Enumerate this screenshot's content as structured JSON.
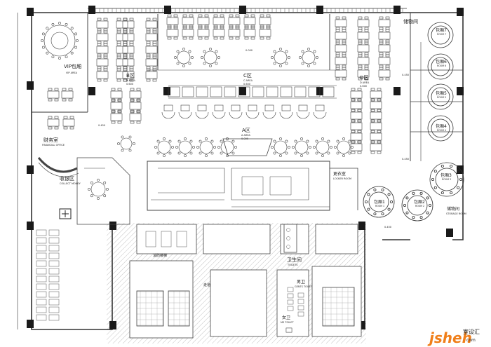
{
  "rooms": {
    "vip": {
      "cn": "VIP包厢",
      "en": "VIP AREA",
      "level": "0.600"
    },
    "b_area": {
      "cn": "B区",
      "en": "B AREA",
      "level": "0.600"
    },
    "c_area": {
      "cn": "C区",
      "en": "C AREA",
      "level": "0.600"
    },
    "d_area": {
      "cn": "D区",
      "en": "D AREA",
      "level": "0.600"
    },
    "a_area": {
      "cn": "A区",
      "en": "A AREA",
      "level": "0.000"
    },
    "storage_top": {
      "cn": "储物间"
    },
    "finance": {
      "cn": "财务室",
      "en": "FINANCIAL OFFICE"
    },
    "cashier": {
      "cn": "收银区",
      "en": "COLLECT MONEY"
    },
    "locker": {
      "cn": "更衣室",
      "en": "LOCKER ROOM"
    },
    "storage_bottom": {
      "cn": "储物间",
      "en": "STORAGE ROOM"
    },
    "toilet": {
      "cn": "卫生间",
      "en": "TOILETS"
    },
    "men": {
      "cn": "男卫",
      "en": "GENTS TOILET"
    },
    "women": {
      "cn": "女卫",
      "en": "MS TOILET"
    },
    "stairs": {
      "cn": "消防楼梯"
    },
    "side_label": {
      "cn": "走道"
    },
    "priv7": {
      "cn": "包厢7",
      "en": "ROOM 7"
    },
    "priv6": {
      "cn": "包厢6",
      "en": "ROOM 6"
    },
    "priv5": {
      "cn": "包厢5",
      "en": "ROOM 5"
    },
    "priv4": {
      "cn": "包厢4",
      "en": "ROOM 4"
    },
    "priv3": {
      "cn": "包厢3",
      "en": "ROOM 3"
    },
    "priv2": {
      "cn": "包厢2",
      "en": "ROOM 2"
    },
    "priv1": {
      "cn": "包厢1",
      "en": "ROOM 1"
    }
  },
  "levels": {
    "l1": "0.450",
    "l2": "0.450",
    "l3": "0.450",
    "l4": "0.000",
    "l5": "0.450"
  },
  "watermark": {
    "brand": "jsheh",
    "suffix": "com",
    "cn": "室设汇"
  },
  "colors": {
    "line": "#333333",
    "thin": "#555555",
    "column": "#1a1a1a",
    "hatch": "#bdbdbd",
    "brand_orange": "#f07f1a",
    "brand_green": "#4e9a2e"
  }
}
